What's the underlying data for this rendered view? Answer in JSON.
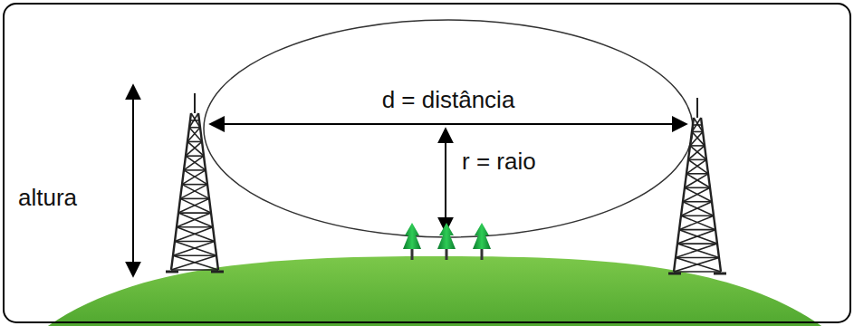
{
  "diagram": {
    "labels": [
      "altura",
      "d = distância",
      "r = raio"
    ]
  }
}
